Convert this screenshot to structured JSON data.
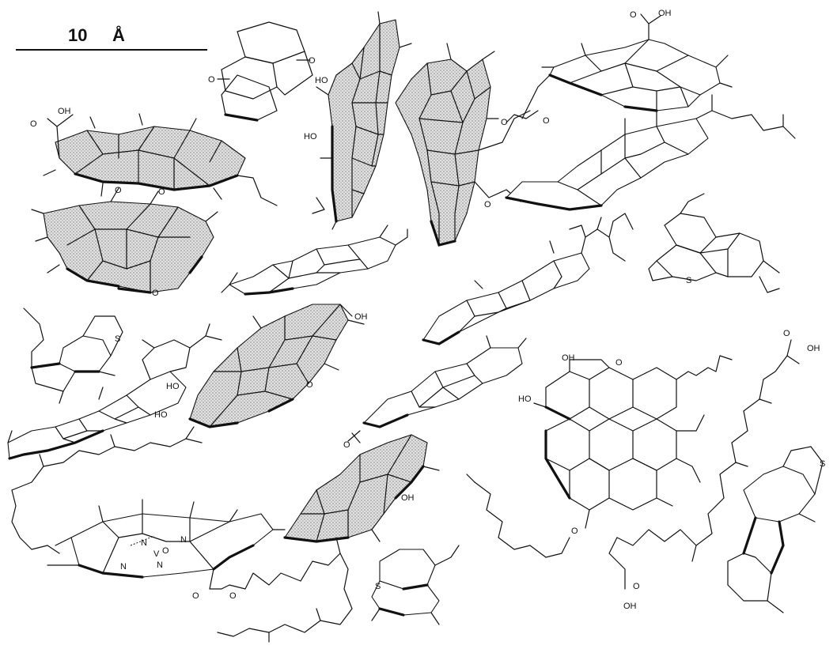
{
  "scale_bar": {
    "value": "10",
    "unit": "Å"
  },
  "labels": {
    "oh": "OH",
    "ho": "HO",
    "o": "O",
    "s": "S",
    "n": "N",
    "vo": "V",
    "o_small": "O"
  },
  "colors": {
    "ink": "#111111",
    "aromatic_fill": "#c8c8c8",
    "background": "#ffffff"
  }
}
